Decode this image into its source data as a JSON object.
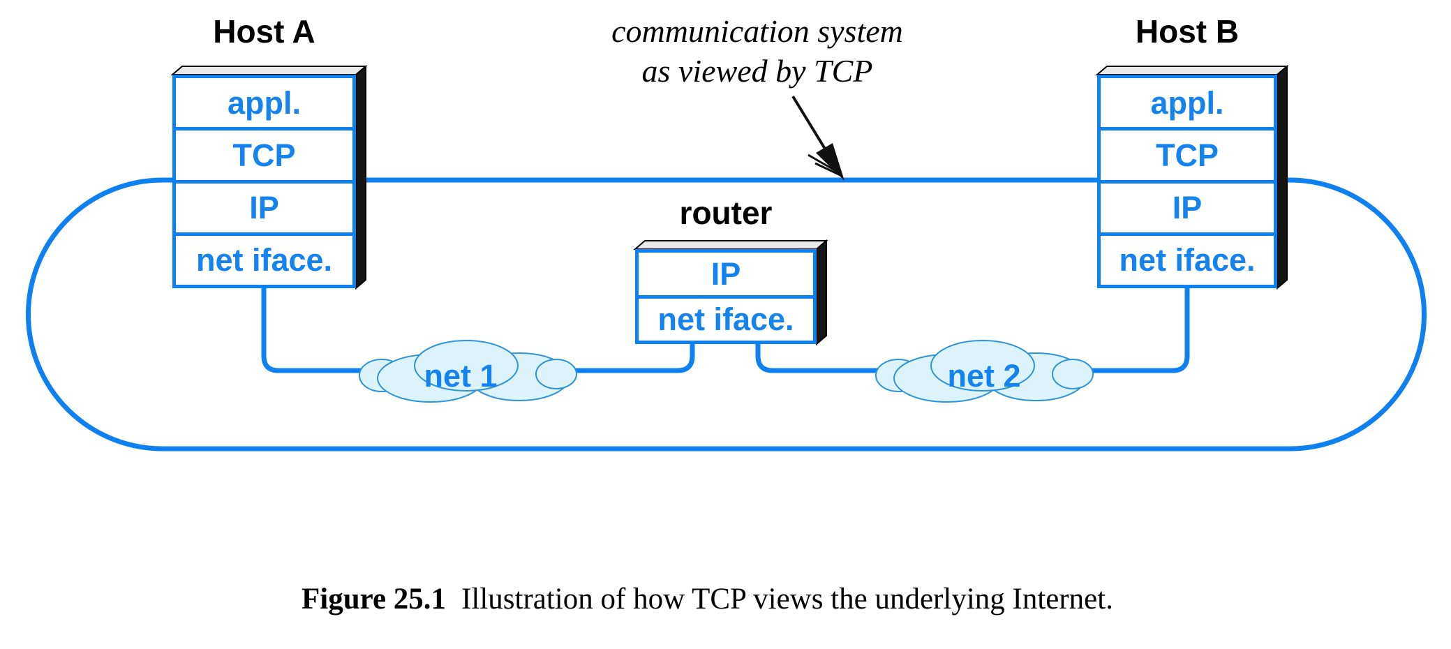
{
  "annotation": {
    "line1": "communication system",
    "line2": "as viewed by TCP"
  },
  "hostA": {
    "title": "Host A",
    "layers": [
      "appl.",
      "TCP",
      "IP",
      "net iface."
    ]
  },
  "hostB": {
    "title": "Host B",
    "layers": [
      "appl.",
      "TCP",
      "IP",
      "net iface."
    ]
  },
  "router": {
    "title": "router",
    "layers": [
      "IP",
      "net iface."
    ]
  },
  "clouds": [
    {
      "label": "net 1"
    },
    {
      "label": "net 2"
    }
  ],
  "caption": {
    "label": "Figure 25.1",
    "text": "Illustration of how TCP views the underlying Internet."
  },
  "colors": {
    "accent_blue": "#0e80f0",
    "label_blue": "#1583ee",
    "cloud_fill": "#dcf3fb",
    "cloud_stroke": "#2e93d8",
    "bevel_top": "#e9e9e9",
    "bevel_side": "#161616",
    "text_black": "#000000"
  }
}
